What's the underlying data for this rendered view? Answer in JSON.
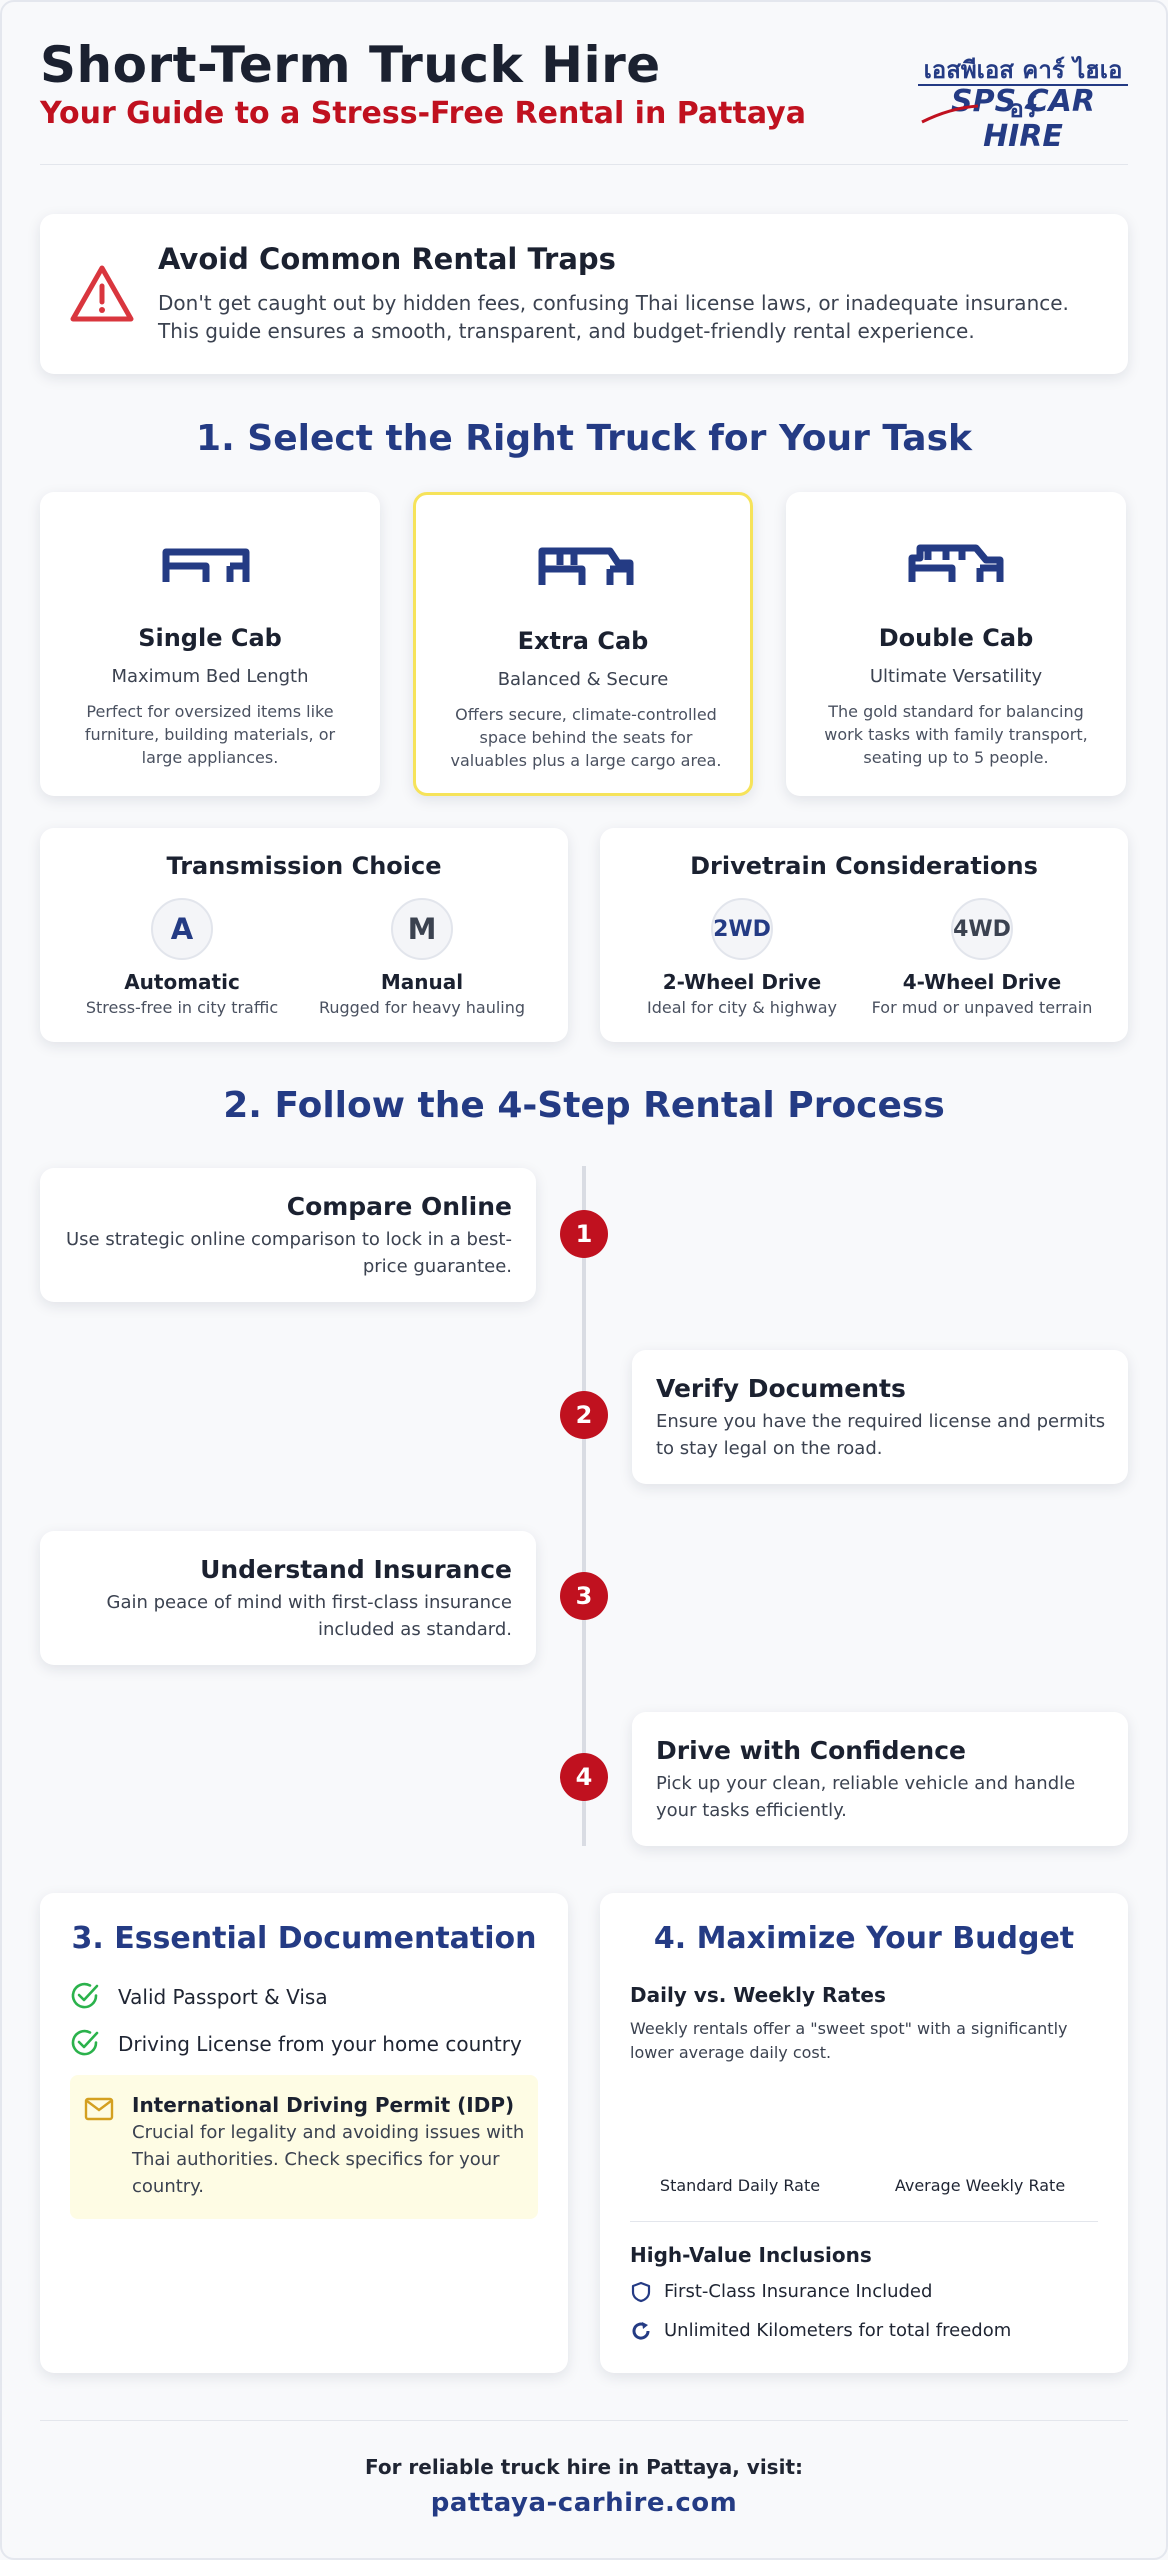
{
  "header": {
    "title": "Short-Term Truck Hire",
    "subtitle": "Your Guide to a Stress-Free Rental in Pattaya",
    "logo_thai": "เอสพีเอส คาร์ ไฮเออร์",
    "logo_main": "SPS CAR HIRE"
  },
  "alert": {
    "icon": "warning-triangle-icon",
    "title": "Avoid Common Rental Traps",
    "text": "Don't get caught out by hidden fees, confusing Thai license laws, or inadequate insurance. This guide ensures a smooth, transparent, and budget-friendly rental experience."
  },
  "section1": {
    "heading": "1. Select the Right Truck for Your Task",
    "trucks": [
      {
        "name": "Single Cab",
        "tagline": "Maximum Bed Length",
        "desc": "Perfect for oversized items like furniture, building materials, or large appliances.",
        "highlight": false
      },
      {
        "name": "Extra Cab",
        "tagline": "Balanced & Secure",
        "desc": "Offers secure, climate-controlled space behind the seats for valuables plus a large cargo area.",
        "highlight": true
      },
      {
        "name": "Double Cab",
        "tagline": "Ultimate Versatility",
        "desc": "The gold standard for balancing work tasks with family transport, seating up to 5 people.",
        "highlight": false
      }
    ],
    "transmission": {
      "title": "Transmission Choice",
      "options": [
        {
          "badge": "A",
          "name": "Automatic",
          "desc": "Stress-free in city traffic"
        },
        {
          "badge": "M",
          "name": "Manual",
          "desc": "Rugged for heavy hauling"
        }
      ]
    },
    "drivetrain": {
      "title": "Drivetrain Considerations",
      "options": [
        {
          "badge": "2WD",
          "name": "2-Wheel Drive",
          "desc": "Ideal for city & highway"
        },
        {
          "badge": "4WD",
          "name": "4-Wheel Drive",
          "desc": "For mud or unpaved terrain"
        }
      ]
    }
  },
  "section2": {
    "heading": "2. Follow the 4-Step Rental Process",
    "steps": [
      {
        "num": "1",
        "title": "Compare Online",
        "text": "Use strategic online comparison to lock in a best-price guarantee."
      },
      {
        "num": "2",
        "title": "Verify Documents",
        "text": "Ensure you have the required license and permits to stay legal on the road."
      },
      {
        "num": "3",
        "title": "Understand Insurance",
        "text": "Gain peace of mind with first-class insurance included as standard."
      },
      {
        "num": "4",
        "title": "Drive with Confidence",
        "text": "Pick up your clean, reliable vehicle and handle your tasks efficiently."
      }
    ]
  },
  "section3": {
    "heading": "3. Essential Documentation",
    "checks": [
      "Valid Passport & Visa",
      "Driving License from your home country"
    ],
    "idp_title": "International Driving Permit (IDP)",
    "idp_text": "Crucial for legality and avoiding issues with Thai authorities. Check specifics for your country."
  },
  "section4": {
    "heading": "4. Maximize Your Budget",
    "rates_title": "Daily vs. Weekly Rates",
    "rates_text": "Weekly rentals offer a \"sweet spot\" with a significantly lower average daily cost.",
    "inclusions_title": "High-Value Inclusions",
    "inclusions": [
      {
        "icon": "shield-icon",
        "text": "First-Class Insurance Included"
      },
      {
        "icon": "refresh-icon",
        "text": "Unlimited Kilometers for total freedom"
      }
    ]
  },
  "chart_data": {
    "type": "bar",
    "categories": [
      "Standard Daily Rate",
      "Average Weekly Rate"
    ],
    "values": [],
    "title": "",
    "xlabel": "",
    "ylabel": ""
  },
  "footer": {
    "line1": "For reliable truck hire in Pattaya, visit:",
    "line2": "pattaya-carhire.com"
  },
  "colors": {
    "accent_navy": "#243b84",
    "accent_red": "#c0111f",
    "highlight_border": "#f6e35a",
    "check_green": "#2bb24c",
    "idp_bg": "#fefce4"
  }
}
